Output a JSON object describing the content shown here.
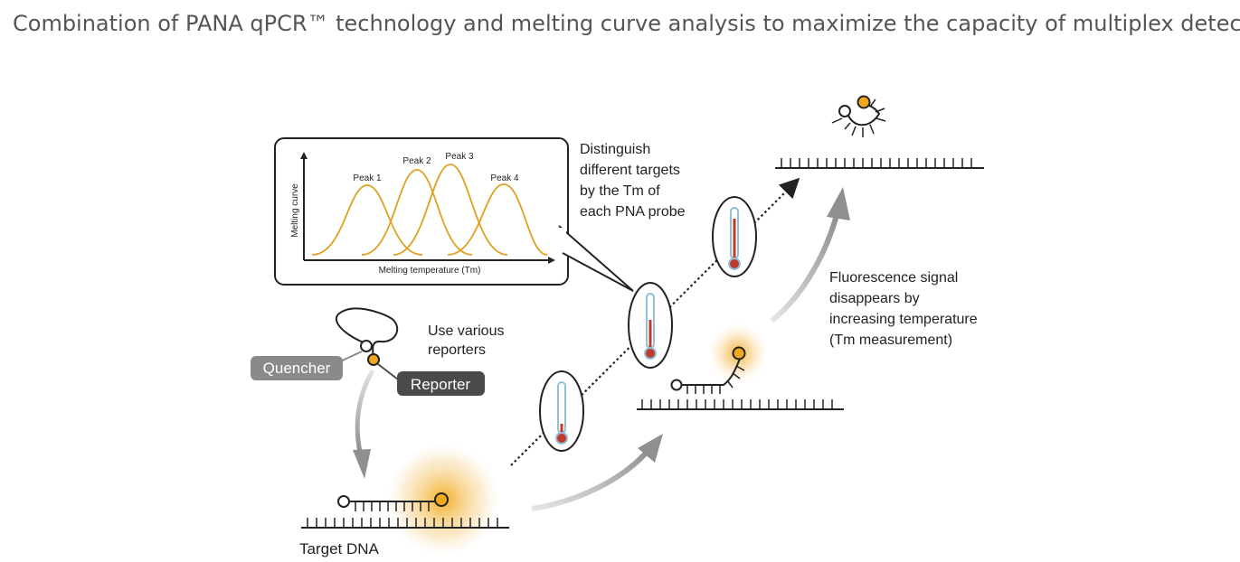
{
  "page": {
    "title": "Combination of PANA qPCR™ technology and melting curve analysis to maximize the capacity of multiplex detection"
  },
  "chart": {
    "ylabel": "Melting curve",
    "xlabel": "Melting temperature (Tm)",
    "peaks": [
      "Peak 1",
      "Peak 2",
      "Peak 3",
      "Peak 4"
    ],
    "curve_color": "#e0a020"
  },
  "annotations": {
    "distinguish": [
      "Distinguish",
      "different targets",
      "by the Tm of",
      "each PNA probe"
    ],
    "reporters": [
      "Use various",
      "reporters"
    ],
    "fluorescence": [
      "Fluorescence signal",
      "disappears by",
      "increasing temperature",
      "(Tm measurement)"
    ]
  },
  "labels": {
    "quencher": "Quencher",
    "reporter": "Reporter",
    "target_dna": "Target DNA"
  },
  "colors": {
    "accent": "#f0a81e",
    "glow": "#f5c15a",
    "arrow_gray": "#9a9a9a",
    "quencher_pill": "#8a8a8a",
    "reporter_pill": "#4a4a4a",
    "thermometer_red": "#c0392b",
    "thermometer_blue": "#8fc1d9"
  },
  "icons": [
    "thermometer-icon",
    "probe-loop-icon",
    "released-probe-icon"
  ]
}
